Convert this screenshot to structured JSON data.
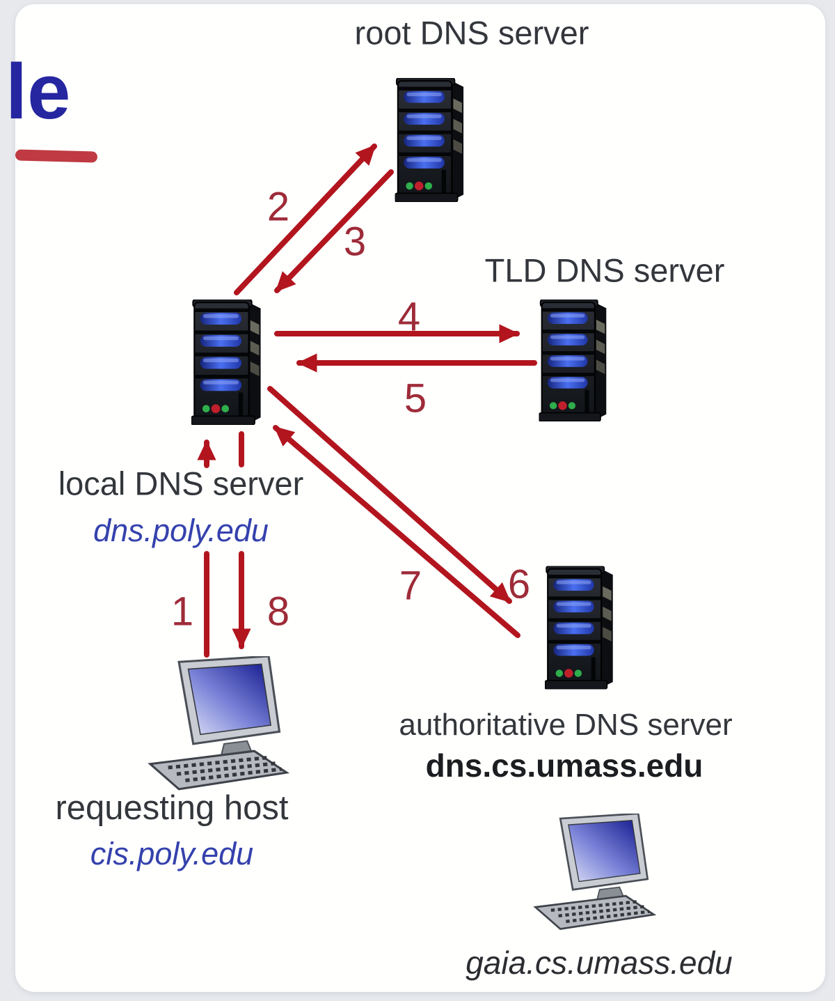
{
  "slide": {
    "title_fragment": "le"
  },
  "nodes": {
    "root": {
      "label": "root DNS server"
    },
    "tld": {
      "label": "TLD DNS server"
    },
    "local": {
      "label": "local DNS server",
      "hostname": "dns.poly.edu"
    },
    "authoritative": {
      "label": "authoritative DNS server",
      "hostname": "dns.cs.umass.edu"
    },
    "requesting_host": {
      "label": "requesting host",
      "hostname": "cis.poly.edu"
    },
    "gaia_host": {
      "hostname": "gaia.cs.umass.edu"
    }
  },
  "steps": [
    "1",
    "2",
    "3",
    "4",
    "5",
    "6",
    "7",
    "8"
  ],
  "colors": {
    "arrow_red": "#b2151e",
    "step_number_red": "#9e2b38",
    "hostname_blue": "#3441ad",
    "label_dark": "#33363b",
    "title_blue": "#2526a0",
    "underline_red": "#bf3a42",
    "card_background": "#fffffe",
    "page_background": "#e7e9ed"
  }
}
